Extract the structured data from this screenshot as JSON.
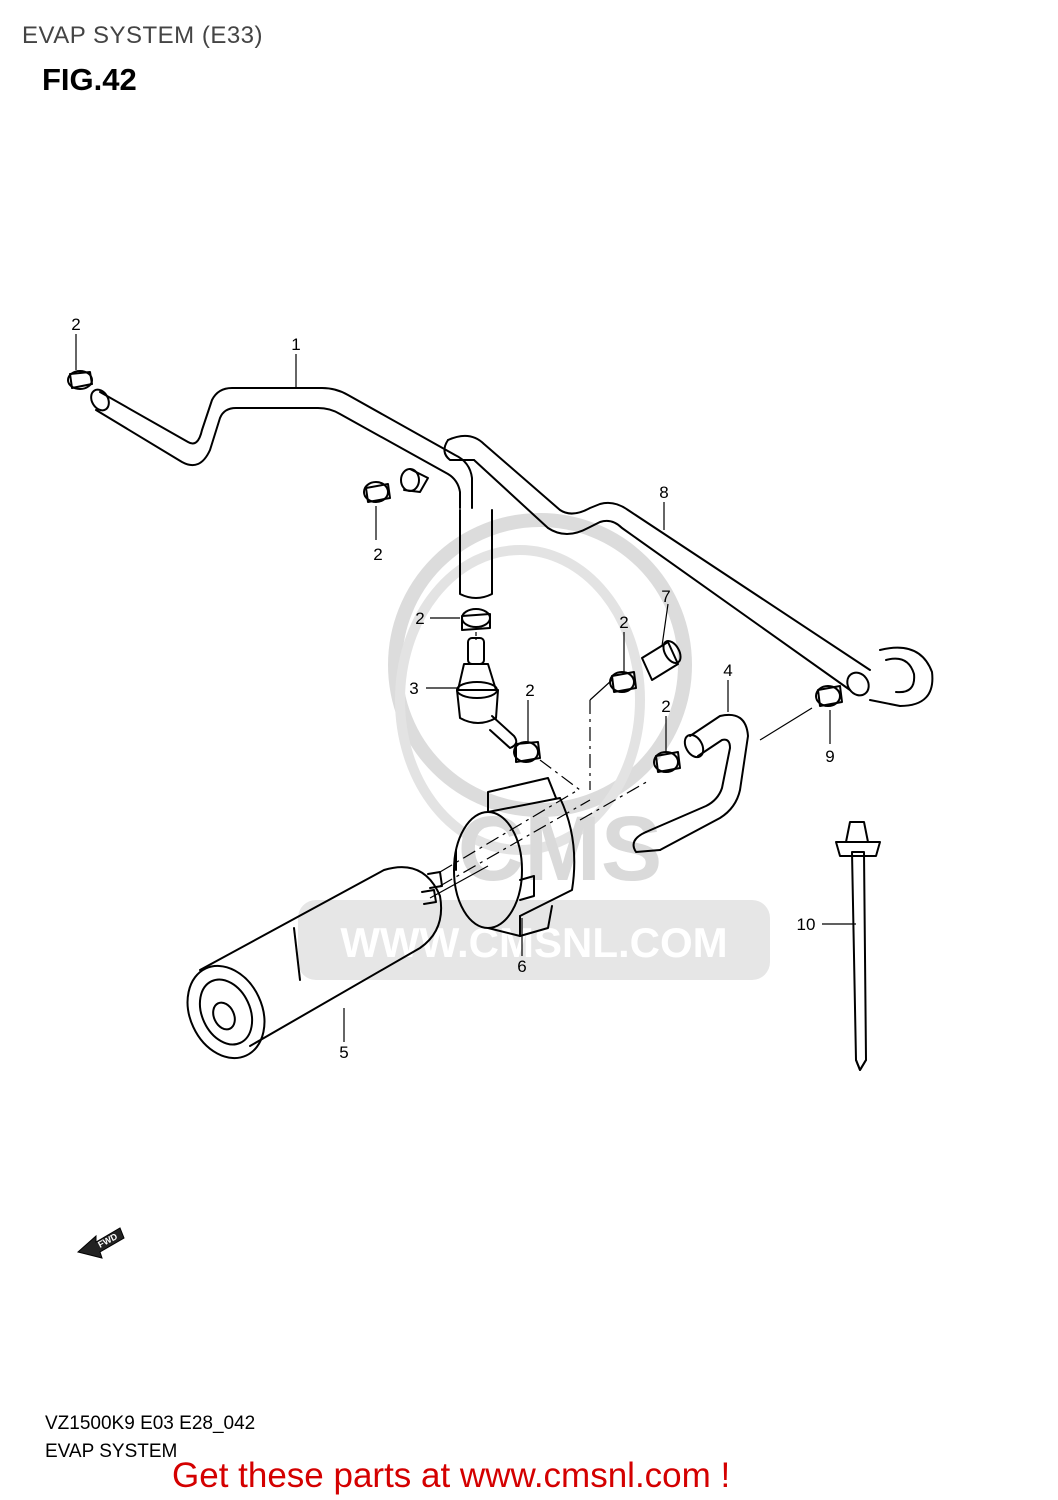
{
  "header": {
    "title": "EVAP SYSTEM (E33)",
    "figure": "FIG.42"
  },
  "watermark": {
    "logo_text": "CMS",
    "url_text": "WWW.CMSNL.COM",
    "color": "#d9d9d9"
  },
  "fwd_arrow": {
    "label": "FWD"
  },
  "callouts": {
    "c1": "1",
    "c2a": "2",
    "c2b": "2",
    "c2c": "2",
    "c2d": "2",
    "c2e": "2",
    "c2f": "2",
    "c3": "3",
    "c4": "4",
    "c5": "5",
    "c6": "6",
    "c7": "7",
    "c8": "8",
    "c9": "9",
    "c10": "10"
  },
  "footer": {
    "model": "VZ1500K9 E03 E28_042",
    "name": "EVAP SYSTEM",
    "cta": "Get these parts at www.cmsnl.com !",
    "cta_color": "#d40000"
  }
}
